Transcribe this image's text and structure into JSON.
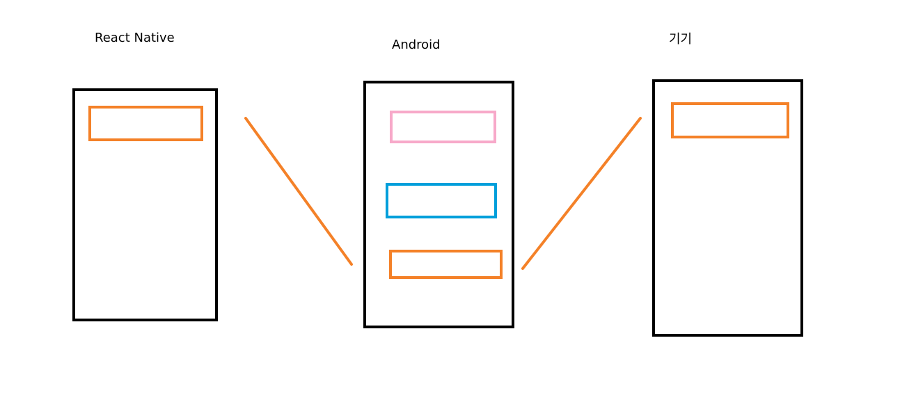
{
  "labels": {
    "react_native": "React Native",
    "android": "Android",
    "device": "기기"
  },
  "colors": {
    "frame": "#000000",
    "component": "#f48128",
    "android_view_pink": "#f7a9c9",
    "android_view_blue": "#009fdb",
    "connector": "#f48128"
  }
}
